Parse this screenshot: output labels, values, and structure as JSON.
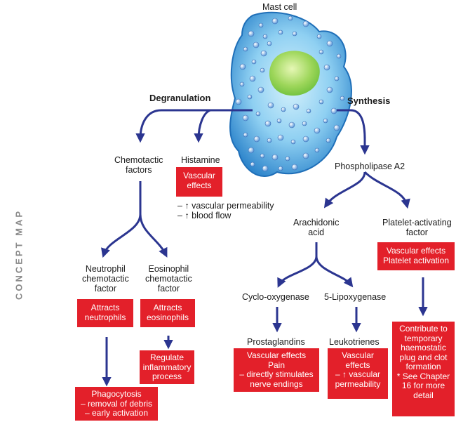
{
  "side_label": "CONCEPT MAP",
  "mast_cell": "Mast cell",
  "degranulation": "Degranulation",
  "synthesis": "Synthesis",
  "chemotactic": [
    "Chemotactic",
    "factors"
  ],
  "histamine": "Histamine",
  "histamine_box": [
    "Vascular",
    "effects"
  ],
  "histamine_notes": [
    "– ↑ vascular permeability",
    "– ↑ blood flow"
  ],
  "phospholipase": "Phospholipase A2",
  "arachidonic": [
    "Arachidonic",
    "acid"
  ],
  "paf": [
    "Platelet-activating",
    "factor"
  ],
  "paf_box": [
    "Vascular effects",
    "Platelet activation"
  ],
  "neutrophil": [
    "Neutrophil",
    "chemotactic",
    "factor"
  ],
  "eosinophil": [
    "Eosinophil",
    "chemotactic",
    "factor"
  ],
  "attracts_neutrophils": [
    "Attracts",
    "neutrophils"
  ],
  "attracts_eosinophils": [
    "Attracts",
    "eosinophils"
  ],
  "regulate": [
    "Regulate",
    "inflammatory",
    "process"
  ],
  "phagocytosis": [
    "Phagocytosis",
    "– removal of debris",
    "– early activation"
  ],
  "cyclo": "Cyclo-oxygenase",
  "lipo": "5-Lipoxygenase",
  "prostaglandins": "Prostaglandins",
  "leukotrienes": "Leukotrienes",
  "prostaglandins_box": [
    "Vascular effects",
    "Pain",
    "– directly stimulates",
    "nerve endings"
  ],
  "leukotrienes_box": [
    "Vascular",
    "effects",
    "– ↑ vascular",
    "permeability"
  ],
  "contribute_box": [
    "Contribute to",
    "temporary",
    "haemostatic",
    "plug and clot",
    "formation",
    "* See Chapter",
    "16 for more",
    "detail"
  ],
  "colors": {
    "arrow": "#2b3590",
    "box": "#e3202a",
    "cell_outer": "#2f8fd4",
    "cell_inner": "#7dc8f0",
    "nucleus": "#8fd14f"
  }
}
